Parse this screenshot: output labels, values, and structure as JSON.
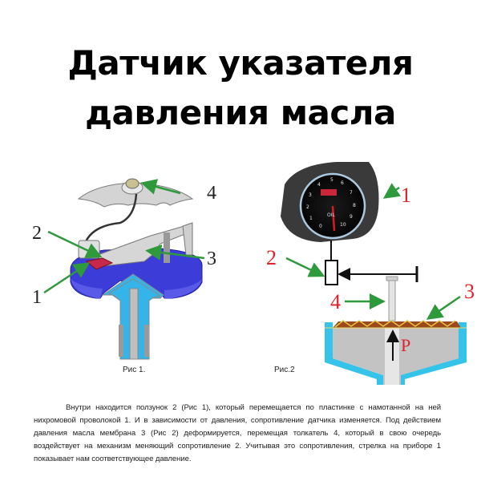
{
  "title": {
    "line1": "Датчик указателя",
    "line2": "давления масла"
  },
  "figure1": {
    "caption": "Рис 1.",
    "labels": [
      "1",
      "2",
      "3",
      "4"
    ],
    "colors": {
      "body_blue": "#3c3cd8",
      "inner_blue": "#35b4ea",
      "resistor_red": "#c8284a",
      "arrow_green": "#2e9a3c",
      "metal_gray": "#c9c9c9"
    }
  },
  "figure2": {
    "caption": "Рис.2",
    "labels": [
      "1",
      "2",
      "3",
      "4"
    ],
    "pressure_label": "P",
    "colors": {
      "label_red": "#e0202a",
      "arrow_green": "#2e9a3c",
      "housing_cyan": "#35c3ea",
      "membrane_brown": "#9c4a1c",
      "membrane_yellow": "#e9c54a",
      "gauge_dark": "#2a2a2a"
    }
  },
  "description": "Внутри находится ползунок 2 (Рис 1), который перемещается по пластинке с намотанной на ней нихромовой проволокой 1. И в зависимости от давления, сопротивление датчика изменяется. Под действием давления масла мембрана 3 (Рис 2) деформируется, перемещая толкатель 4, который в свою очередь воздействует на механизм меняющий сопротивление 2. Учитывая это сопротивления, стрелка на приборе 1 показывает нам соответствующее давление."
}
